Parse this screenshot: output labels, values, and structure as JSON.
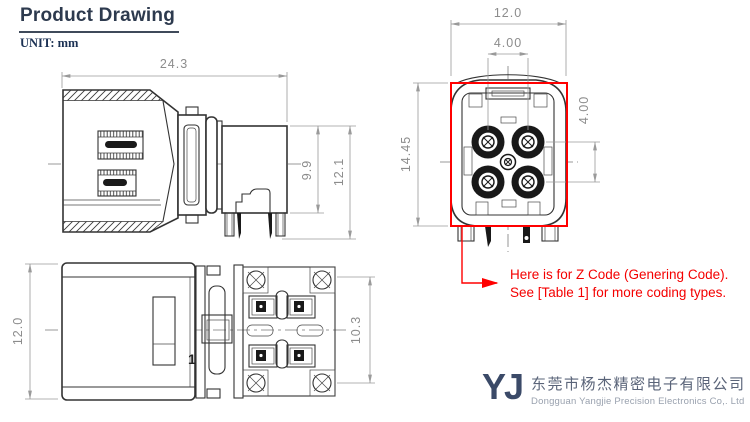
{
  "header": {
    "title": "Product Drawing",
    "unit": "UNIT: mm"
  },
  "dimensions": {
    "side_width": "24.3",
    "side_height_body": "9.9",
    "side_height_total": "12.1",
    "front_width": "12.0",
    "front_pitch_horizontal": "4.00",
    "front_height": "14.45",
    "front_pitch_vertical": "4.00",
    "bottom_height": "12.0",
    "bottom_rear_height": "10.3",
    "pin_one_marking": "1"
  },
  "annotation": {
    "line1": "Here is for Z Code (Genering Code).",
    "line2": "See [Table 1] for more coding types."
  },
  "logo": {
    "initials": "YJ",
    "company_cn": "东莞市杨杰精密电子有限公司",
    "company_en": "Dongguan Yangjie Precision Electronics Co,. Ltd"
  },
  "colors": {
    "title": "#2d3a4e",
    "drawing_line": "#333333",
    "dimension": "#8c8c8c",
    "accent_red": "#ff0000",
    "logo_navy": "#3b4a68"
  }
}
